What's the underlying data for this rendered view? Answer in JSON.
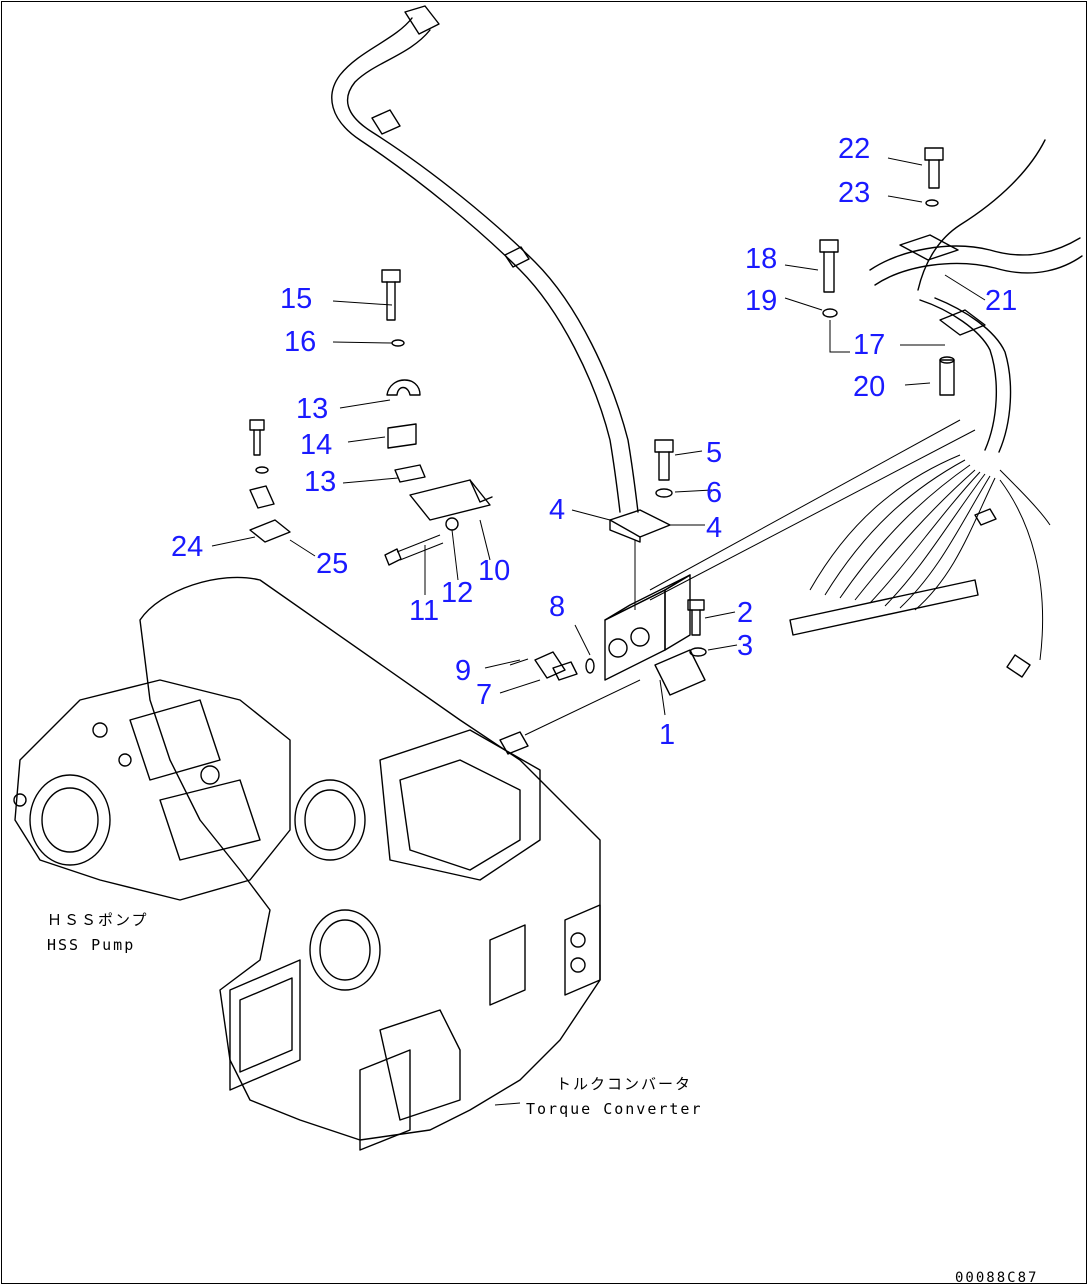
{
  "callouts": [
    {
      "id": "c1",
      "text": "1"
    },
    {
      "id": "c2",
      "text": "2"
    },
    {
      "id": "c3",
      "text": "3"
    },
    {
      "id": "c4a",
      "text": "4"
    },
    {
      "id": "c4b",
      "text": "4"
    },
    {
      "id": "c5",
      "text": "5"
    },
    {
      "id": "c6",
      "text": "6"
    },
    {
      "id": "c7",
      "text": "7"
    },
    {
      "id": "c8",
      "text": "8"
    },
    {
      "id": "c9",
      "text": "9"
    },
    {
      "id": "c10",
      "text": "10"
    },
    {
      "id": "c11",
      "text": "11"
    },
    {
      "id": "c12",
      "text": "12"
    },
    {
      "id": "c13a",
      "text": "13"
    },
    {
      "id": "c13b",
      "text": "13"
    },
    {
      "id": "c14",
      "text": "14"
    },
    {
      "id": "c15",
      "text": "15"
    },
    {
      "id": "c16",
      "text": "16"
    },
    {
      "id": "c17",
      "text": "17"
    },
    {
      "id": "c18",
      "text": "18"
    },
    {
      "id": "c19",
      "text": "19"
    },
    {
      "id": "c20",
      "text": "20"
    },
    {
      "id": "c21",
      "text": "21"
    },
    {
      "id": "c22",
      "text": "22"
    },
    {
      "id": "c23",
      "text": "23"
    },
    {
      "id": "c24",
      "text": "24"
    },
    {
      "id": "c25",
      "text": "25"
    }
  ],
  "notes": {
    "hss_pump_jp": "ＨＳＳポンプ",
    "hss_pump_en": "HSS Pump",
    "torque_converter_jp": "トルクコンバータ",
    "torque_converter_en": "Torque Converter",
    "drawing_code": "00088C87"
  },
  "colors": {
    "callout": "#1a1aff",
    "line": "#000000",
    "background": "#ffffff"
  }
}
